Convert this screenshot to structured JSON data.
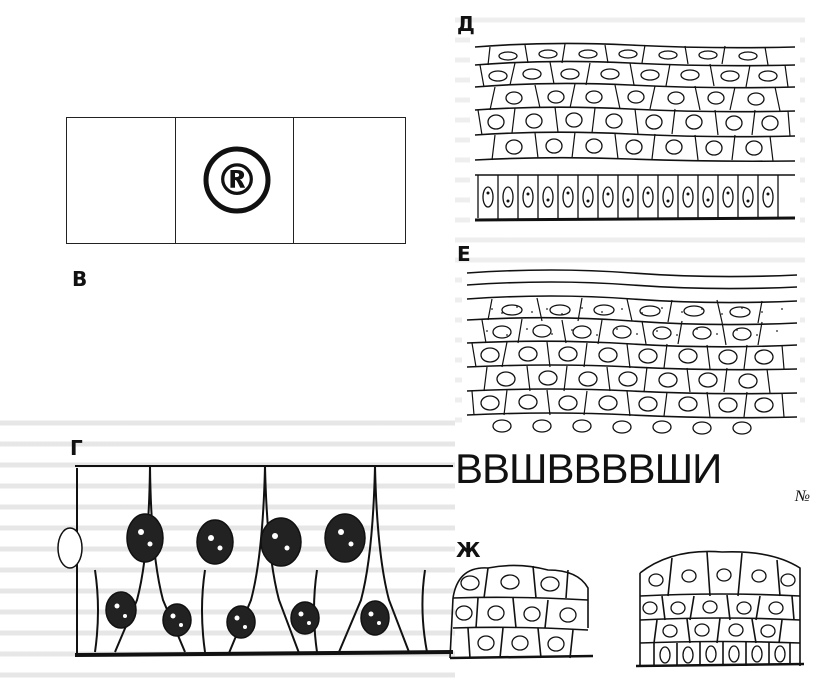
{
  "labels": {
    "v": "В",
    "g": "Г",
    "d": "Д",
    "e": "Е",
    "zh": "Ж"
  },
  "registered_mark": "®",
  "glyph_row": "BBШBBBBШИ",
  "number_sign": "№"
}
